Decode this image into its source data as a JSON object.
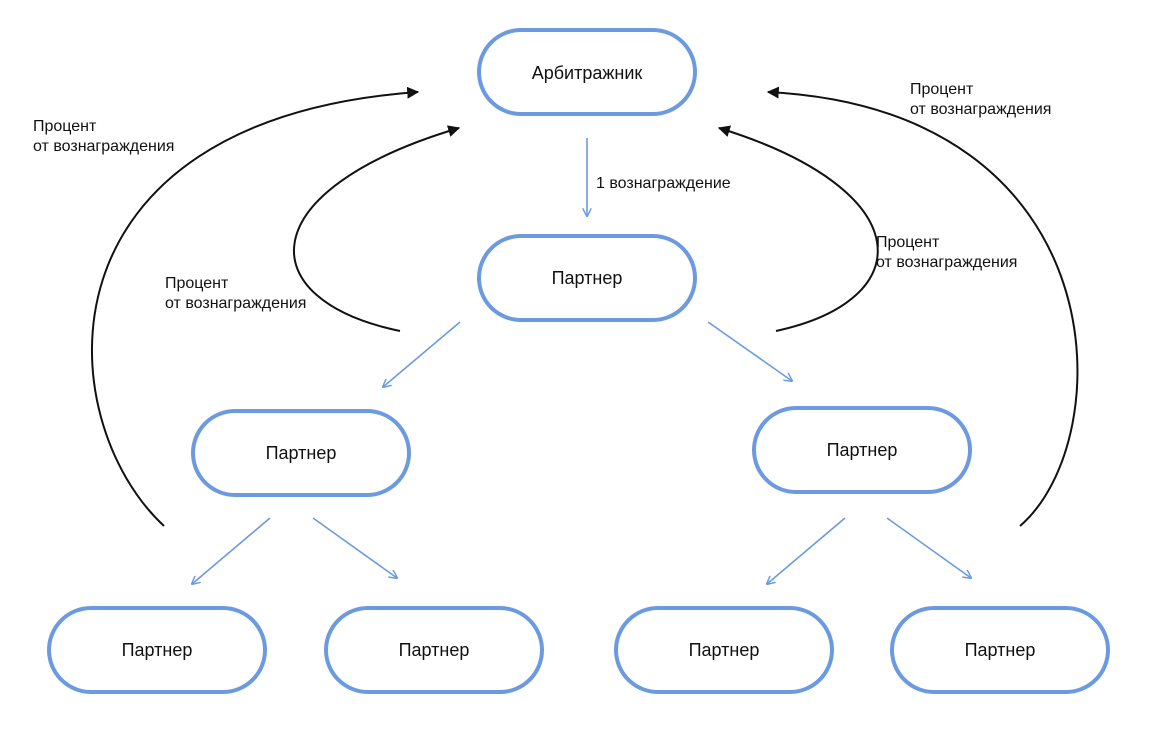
{
  "nodes": {
    "root": {
      "label": "Арбитражник"
    },
    "level1": {
      "label": "Партнер"
    },
    "level2_left": {
      "label": "Партнер"
    },
    "level2_right": {
      "label": "Партнер"
    },
    "level3_1": {
      "label": "Партнер"
    },
    "level3_2": {
      "label": "Партнер"
    },
    "level3_3": {
      "label": "Партнер"
    },
    "level3_4": {
      "label": "Партнер"
    }
  },
  "edges": {
    "reward": {
      "label": "1 вознаграждение"
    },
    "percent_outer_left": {
      "line1": "Процент",
      "line2": "от вознаграждения"
    },
    "percent_inner_left": {
      "line1": "Процент",
      "line2": "от вознаграждения"
    },
    "percent_outer_right": {
      "line1": "Процент",
      "line2": "от вознаграждения"
    },
    "percent_inner_right": {
      "line1": "Процент",
      "line2": "от вознаграждения"
    }
  },
  "colors": {
    "node_border": "#6b9ae0",
    "tree_arrow": "#6b9ae0",
    "return_arrow": "#111111"
  }
}
